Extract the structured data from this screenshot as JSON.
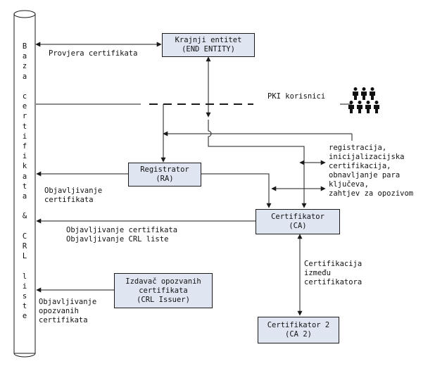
{
  "database": {
    "title_chars": [
      "B",
      "a",
      "z",
      "a",
      "",
      "c",
      "e",
      "r",
      "t",
      "i",
      "f",
      "i",
      "k",
      "a",
      "t",
      "a",
      "",
      "&",
      "",
      "C",
      "R",
      "L",
      "",
      "l",
      "i",
      "s",
      "t",
      "e"
    ]
  },
  "boxes": {
    "end_entity": [
      "Krajnji entitet",
      "(END ENTITY)"
    ],
    "ra": [
      "Registrator",
      "(RA)"
    ],
    "ca": [
      "Certifikator",
      "(CA)"
    ],
    "crl_issuer": [
      "Izdavač opozvanih",
      "certifikata",
      "(CRL Issuer)"
    ],
    "ca2": [
      "Certifikator 2",
      "(CA 2)"
    ]
  },
  "labels": {
    "provjera": "Provjera certifikata",
    "pki_users": "PKI korisnici",
    "ops": [
      "registracija,",
      "inicijalizacijska",
      "certifikacija,",
      "obnavljanje para",
      "ključeva,",
      "zahtjev za opozivom"
    ],
    "publish_ra": [
      "Objavljivanje",
      "certifikata"
    ],
    "publish_ca": [
      "Objavljivanje certifikata",
      "Objavljivanje CRL liste"
    ],
    "cross_cert": [
      "Certifikacija",
      "između",
      "certifikatora"
    ],
    "publish_crl": [
      "Objavljivanje",
      "opozvanih",
      "certifikata"
    ]
  },
  "colors": {
    "box_fill": "#dfe6f2",
    "line": "#1a1a1a"
  },
  "icons": {
    "users": "people-icon"
  }
}
